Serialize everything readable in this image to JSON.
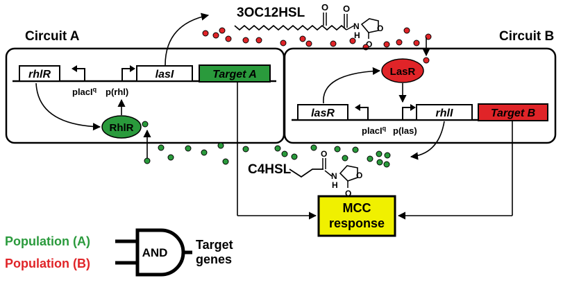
{
  "circuit_a": {
    "title": "Circuit A",
    "gene_rhlr": "rhlR",
    "promoter_placiq": "placI",
    "promoter_placiq_sup": "q",
    "promoter_prhl": "p(rhl)",
    "gene_lasi": "lasI",
    "target": "Target A",
    "protein": "RhlR"
  },
  "circuit_b": {
    "title": "Circuit B",
    "gene_lasr": "lasR",
    "promoter_placiq": "placI",
    "promoter_placiq_sup": "q",
    "promoter_plas": "p(las)",
    "gene_rhli": "rhlI",
    "target": "Target B",
    "protein": "LasR"
  },
  "molecules": {
    "oc12": "3OC12HSL",
    "c4": "C4HSL",
    "atom_o": "O",
    "atom_n": "N",
    "atom_h": "H"
  },
  "output": {
    "line1": "MCC",
    "line2": "response"
  },
  "logic": {
    "population_a": "Population (A)",
    "population_b": "Population (B)",
    "gate": "AND",
    "output_line1": "Target",
    "output_line2": "genes"
  },
  "colors": {
    "green": "#2a9a3c",
    "red": "#e02428",
    "yellow": "#f0f000",
    "black": "#000000"
  }
}
